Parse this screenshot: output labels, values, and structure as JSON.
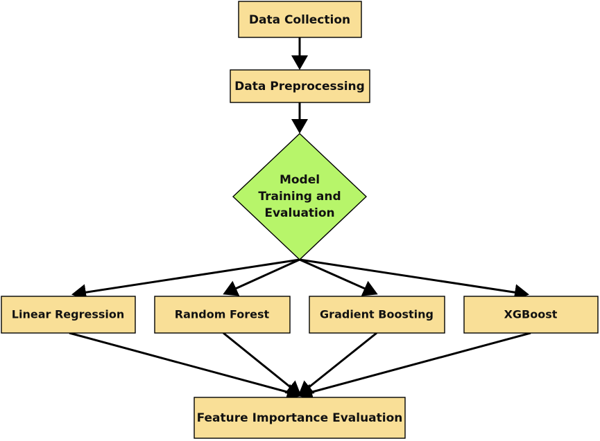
{
  "diagram": {
    "nodes": {
      "data_collection": "Data Collection",
      "data_preprocessing": "Data Preprocessing",
      "model_line1": "Model",
      "model_line2": "Training and",
      "model_line3": "Evaluation",
      "linear_regression": "Linear Regression",
      "random_forest": "Random Forest",
      "gradient_boosting": "Gradient Boosting",
      "xgboost": "XGBoost",
      "feature_importance": "Feature Importance Evaluation"
    },
    "colors": {
      "box_fill": "#f9df97",
      "diamond_fill": "#b7f56a",
      "stroke": "#000000"
    }
  }
}
